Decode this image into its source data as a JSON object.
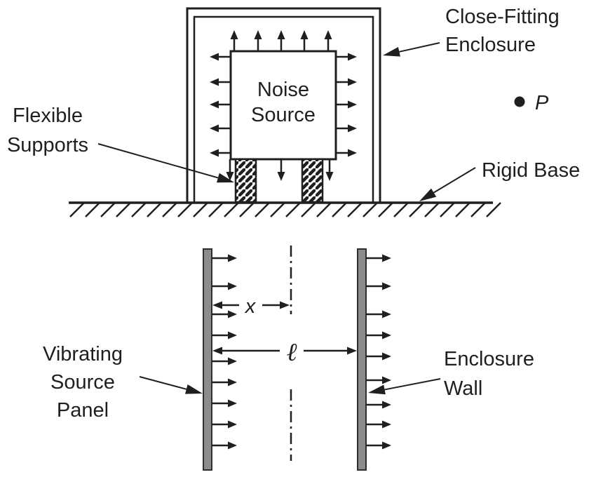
{
  "figure": {
    "colors": {
      "ink": "#1f1f1f",
      "panel_fill": "#8c8c8c",
      "panel_stroke": "#2f2f2f",
      "background": "#ffffff"
    },
    "top_diagram": {
      "noise_source_label_line1": "Noise",
      "noise_source_label_line2": "Source",
      "enclosure_label_line1": "Close-Fitting",
      "enclosure_label_line2": "Enclosure",
      "supports_label_line1": "Flexible",
      "supports_label_line2": "Supports",
      "base_label": "Rigid Base",
      "observation_point_label": "P"
    },
    "bottom_diagram": {
      "source_panel_label_line1": "Vibrating",
      "source_panel_label_line2": "Source",
      "source_panel_label_line3": "Panel",
      "wall_label_line1": "Enclosure",
      "wall_label_line2": "Wall",
      "dimension_x_label": "x",
      "dimension_length_label": "ℓ"
    }
  }
}
